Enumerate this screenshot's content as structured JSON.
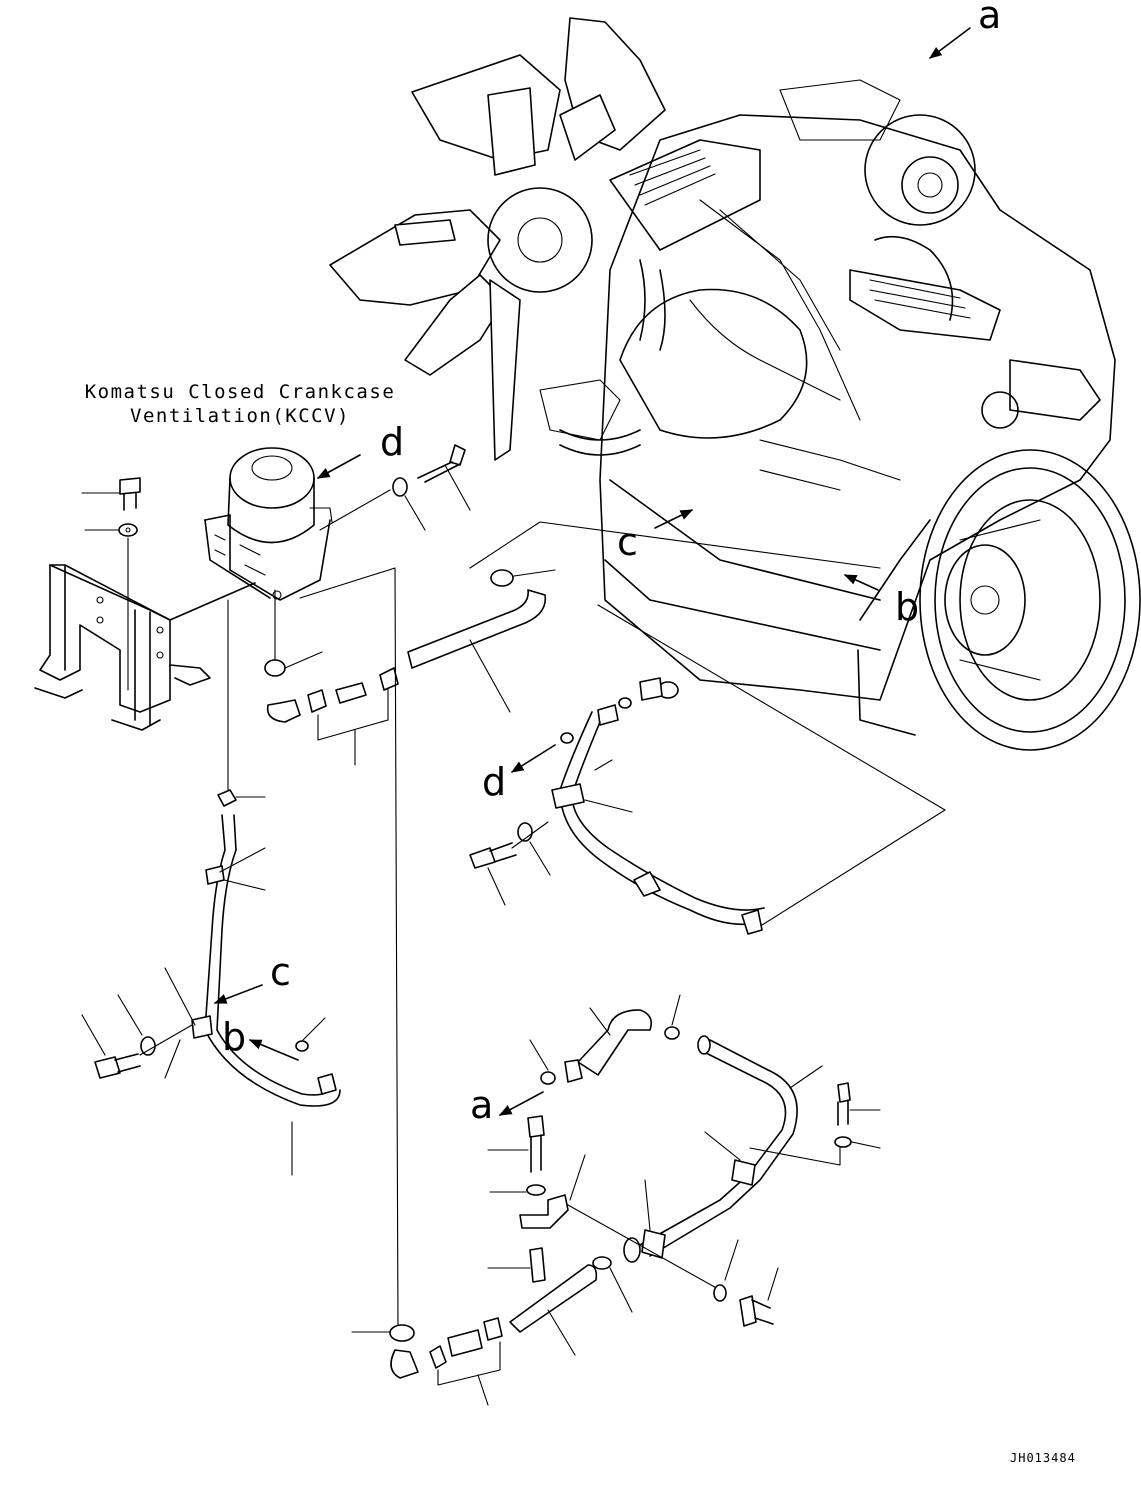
{
  "annotation": {
    "title_line1": "Komatsu Closed Crankcase",
    "title_line2": "Ventilation(KCCV)"
  },
  "view_refs": {
    "a_top": "a",
    "b_engine": "b",
    "c_engine": "c",
    "d_kccv": "d",
    "d_pipe": "d",
    "c_hose": "c",
    "b_hose": "b",
    "a_bottom": "a"
  },
  "drawing_code": "JH013484"
}
